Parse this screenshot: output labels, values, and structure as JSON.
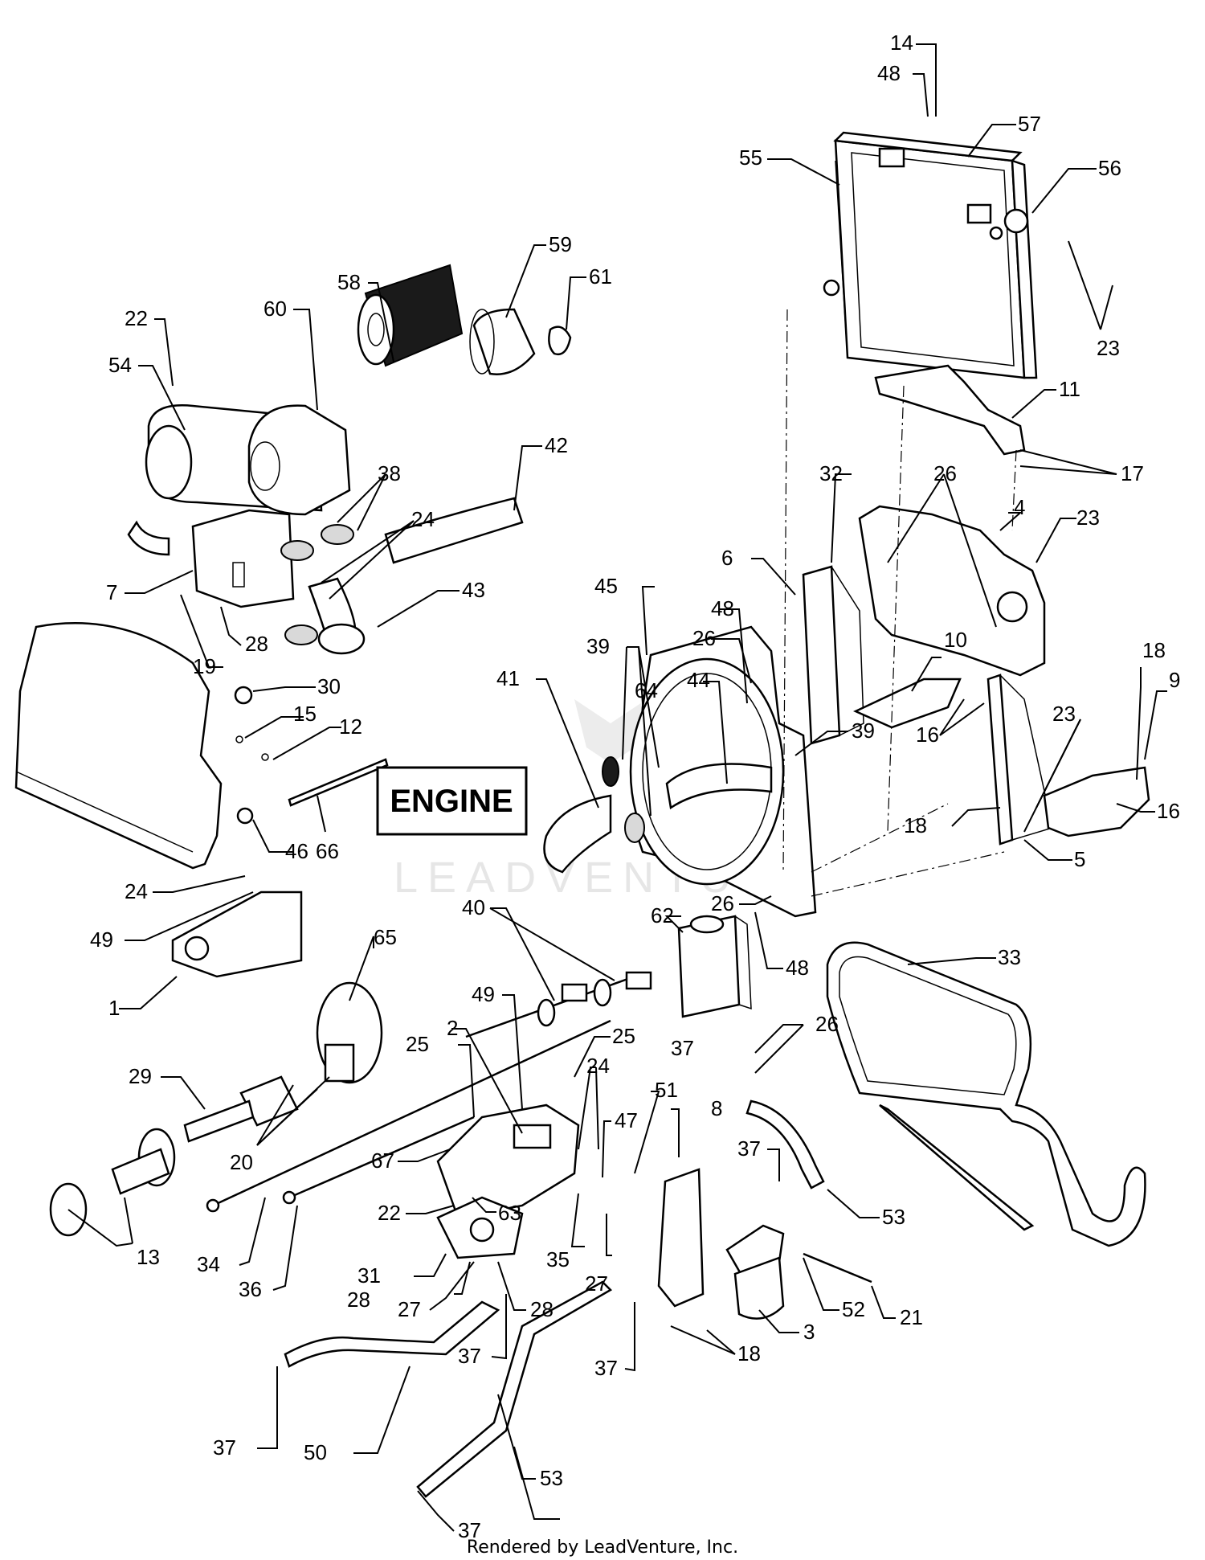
{
  "section_label": "ENGINE",
  "watermark": "LEADVENTURE",
  "footer": "Rendered by LeadVenture, Inc.",
  "callouts": [
    {
      "id": "c14a",
      "text": "14"
    },
    {
      "id": "c48a",
      "text": "48"
    },
    {
      "id": "c57",
      "text": "57"
    },
    {
      "id": "c55",
      "text": "55"
    },
    {
      "id": "c56",
      "text": "56"
    },
    {
      "id": "c23a",
      "text": "23"
    },
    {
      "id": "c11",
      "text": "11"
    },
    {
      "id": "c17",
      "text": "17"
    },
    {
      "id": "c59",
      "text": "59"
    },
    {
      "id": "c61",
      "text": "61"
    },
    {
      "id": "c58",
      "text": "58"
    },
    {
      "id": "c22a",
      "text": "22"
    },
    {
      "id": "c60",
      "text": "60"
    },
    {
      "id": "c54",
      "text": "54"
    },
    {
      "id": "c42",
      "text": "42"
    },
    {
      "id": "c38",
      "text": "38"
    },
    {
      "id": "c24a",
      "text": "24"
    },
    {
      "id": "c7",
      "text": "7"
    },
    {
      "id": "c28a",
      "text": "28"
    },
    {
      "id": "c43",
      "text": "43"
    },
    {
      "id": "c19",
      "text": "19"
    },
    {
      "id": "c30",
      "text": "30"
    },
    {
      "id": "c15",
      "text": "15"
    },
    {
      "id": "c12",
      "text": "12"
    },
    {
      "id": "c66",
      "text": "66"
    },
    {
      "id": "c46",
      "text": "46"
    },
    {
      "id": "c32",
      "text": "32"
    },
    {
      "id": "c26a",
      "text": "26"
    },
    {
      "id": "c4",
      "text": "4"
    },
    {
      "id": "c23b",
      "text": "23"
    },
    {
      "id": "c6",
      "text": "6"
    },
    {
      "id": "c45",
      "text": "45"
    },
    {
      "id": "c48b",
      "text": "48"
    },
    {
      "id": "c26b",
      "text": "26"
    },
    {
      "id": "c10",
      "text": "10"
    },
    {
      "id": "c39a",
      "text": "39"
    },
    {
      "id": "c64",
      "text": "64"
    },
    {
      "id": "c41",
      "text": "41"
    },
    {
      "id": "c44",
      "text": "44"
    },
    {
      "id": "c39b",
      "text": "39"
    },
    {
      "id": "c16a",
      "text": "16"
    },
    {
      "id": "c23c",
      "text": "23"
    },
    {
      "id": "c18a",
      "text": "18"
    },
    {
      "id": "c9",
      "text": "9"
    },
    {
      "id": "c18b",
      "text": "18"
    },
    {
      "id": "c16b",
      "text": "16"
    },
    {
      "id": "c5",
      "text": "5"
    },
    {
      "id": "c24b",
      "text": "24"
    },
    {
      "id": "c49a",
      "text": "49"
    },
    {
      "id": "c1",
      "text": "1"
    },
    {
      "id": "c26c",
      "text": "26"
    },
    {
      "id": "c48c",
      "text": "48"
    },
    {
      "id": "c62",
      "text": "62"
    },
    {
      "id": "c40",
      "text": "40"
    },
    {
      "id": "c33",
      "text": "33"
    },
    {
      "id": "c65",
      "text": "65"
    },
    {
      "id": "c49b",
      "text": "49"
    },
    {
      "id": "c2",
      "text": "2"
    },
    {
      "id": "c25a",
      "text": "25"
    },
    {
      "id": "c25b",
      "text": "25"
    },
    {
      "id": "c26d",
      "text": "26"
    },
    {
      "id": "c37a",
      "text": "37"
    },
    {
      "id": "c29",
      "text": "29"
    },
    {
      "id": "c24c",
      "text": "24"
    },
    {
      "id": "c51",
      "text": "51"
    },
    {
      "id": "c8",
      "text": "8"
    },
    {
      "id": "c47",
      "text": "47"
    },
    {
      "id": "c20",
      "text": "20"
    },
    {
      "id": "c67",
      "text": "67"
    },
    {
      "id": "c37b",
      "text": "37"
    },
    {
      "id": "c22b",
      "text": "22"
    },
    {
      "id": "c63",
      "text": "63"
    },
    {
      "id": "c53a",
      "text": "53"
    },
    {
      "id": "c13",
      "text": "13"
    },
    {
      "id": "c35",
      "text": "35"
    },
    {
      "id": "c27a",
      "text": "27"
    },
    {
      "id": "c34",
      "text": "34"
    },
    {
      "id": "c36",
      "text": "36"
    },
    {
      "id": "c31",
      "text": "31"
    },
    {
      "id": "c28b",
      "text": "28"
    },
    {
      "id": "c27b",
      "text": "27"
    },
    {
      "id": "c28c",
      "text": "28"
    },
    {
      "id": "c52",
      "text": "52"
    },
    {
      "id": "c21",
      "text": "21"
    },
    {
      "id": "c3",
      "text": "3"
    },
    {
      "id": "c37c",
      "text": "37"
    },
    {
      "id": "c18c",
      "text": "18"
    },
    {
      "id": "c37d",
      "text": "37"
    },
    {
      "id": "c37e",
      "text": "37"
    },
    {
      "id": "c50",
      "text": "50"
    },
    {
      "id": "c53b",
      "text": "53"
    },
    {
      "id": "c37f",
      "text": "37"
    }
  ]
}
